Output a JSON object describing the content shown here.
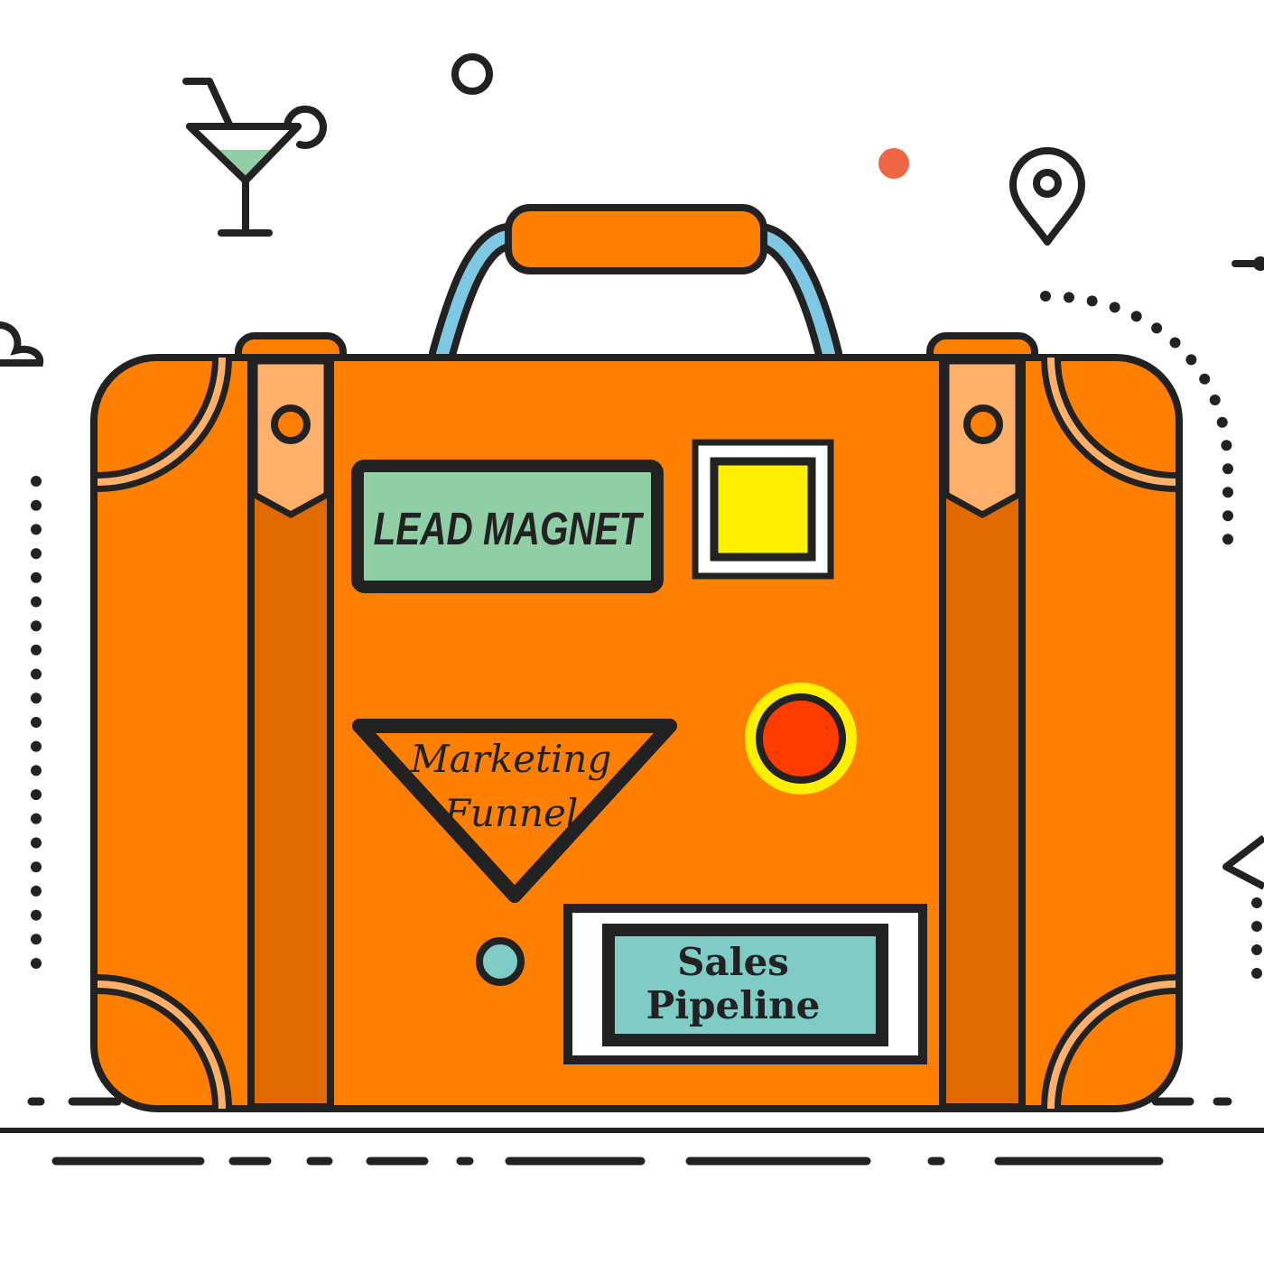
{
  "stickers": {
    "lead_magnet": "LEAD MAGNET",
    "funnel_line1": "Marketing",
    "funnel_line2": "Funnel",
    "pipeline_line1": "Sales",
    "pipeline_line2": "Pipeline"
  },
  "icons": [
    "cocktail-icon",
    "location-pin-icon",
    "cloud-icon",
    "paper-plane-icon",
    "circle-outline-icon",
    "dot-icon"
  ],
  "colors": {
    "body": "#FF8000",
    "strap": "#E06A00",
    "leather": "#FFB06A",
    "handle": "#7EC8E3",
    "lead_magnet_bg": "#90CFA6",
    "pipeline_bg": "#7FCBC6",
    "yellow_sticker": "#FFF000",
    "red_button": "#FF3B00",
    "accent_dot": "#EE6644",
    "outline": "#222222"
  }
}
